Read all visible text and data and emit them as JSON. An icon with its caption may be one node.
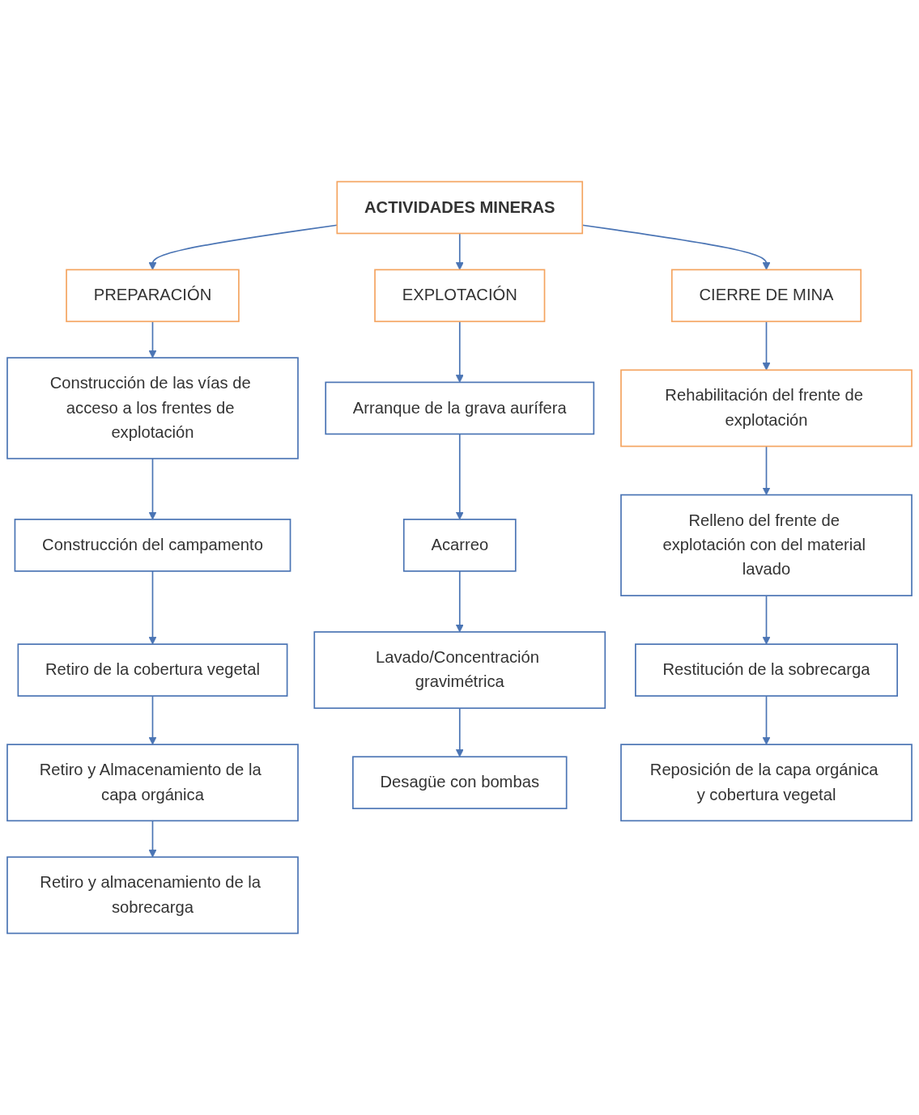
{
  "diagram": {
    "nodes": [
      {
        "text": [
          "ACTIVIDADES MINERAS"
        ]
      },
      {
        "text": [
          "PREPARACIÓN"
        ]
      },
      {
        "text": [
          "Construcción de las vías de acceso a los frentes de explotación"
        ]
      },
      {
        "text": [
          "Construcción del campamento"
        ]
      },
      {
        "text": [
          "Retiro de la cobertura vegetal"
        ]
      },
      {
        "text": [
          "Retiro y Almacenamiento de la capa orgánica"
        ]
      },
      {
        "text": [
          "Retiro y almacenamiento de la sobrecarga"
        ]
      },
      {
        "text": [
          "EXPLOTACIÓN"
        ]
      },
      {
        "text": [
          "Arranque de la grava aurífera"
        ]
      },
      {
        "text": [
          "Acarreo"
        ]
      },
      {
        "text": [
          "Lavado/Concentración gravimétrica"
        ]
      },
      {
        "text": [
          "Desagüe con bombas"
        ]
      },
      {
        "text": [
          "CIERRE DE MINA"
        ]
      },
      {
        "text": [
          "Rehabilitación del frente de explotación"
        ]
      },
      {
        "text": [
          "Relleno del frente de explotación con del material lavado"
        ]
      },
      {
        "text": [
          "Restitución de la sobrecarga"
        ]
      },
      {
        "text": [
          "Reposición de la capa orgánica y cobertura vegetal"
        ]
      }
    ],
    "edges": [
      {
        "from": 0,
        "to": 1,
        "arrow": "to"
      },
      {
        "from": 0,
        "to": 7,
        "arrow": "to"
      },
      {
        "from": 0,
        "to": 12,
        "arrow": "to"
      },
      {
        "from": 1,
        "to": 2,
        "arrow": "to"
      },
      {
        "from": 2,
        "to": 3,
        "arrow": "to"
      },
      {
        "from": 3,
        "to": 4,
        "arrow": "to"
      },
      {
        "from": 4,
        "to": 5,
        "arrow": "to"
      },
      {
        "from": 5,
        "to": 6,
        "arrow": "to"
      },
      {
        "from": 7,
        "to": 8,
        "arrow": "to"
      },
      {
        "from": 8,
        "to": 9,
        "arrow": "to"
      },
      {
        "from": 9,
        "to": 10,
        "arrow": "to"
      },
      {
        "from": 10,
        "to": 11,
        "arrow": "to"
      },
      {
        "from": 12,
        "to": 13,
        "arrow": "to"
      },
      {
        "from": 13,
        "to": 14,
        "arrow": "to"
      },
      {
        "from": 14,
        "to": 15,
        "arrow": "to"
      },
      {
        "from": 15,
        "to": 16,
        "arrow": "to"
      }
    ]
  }
}
